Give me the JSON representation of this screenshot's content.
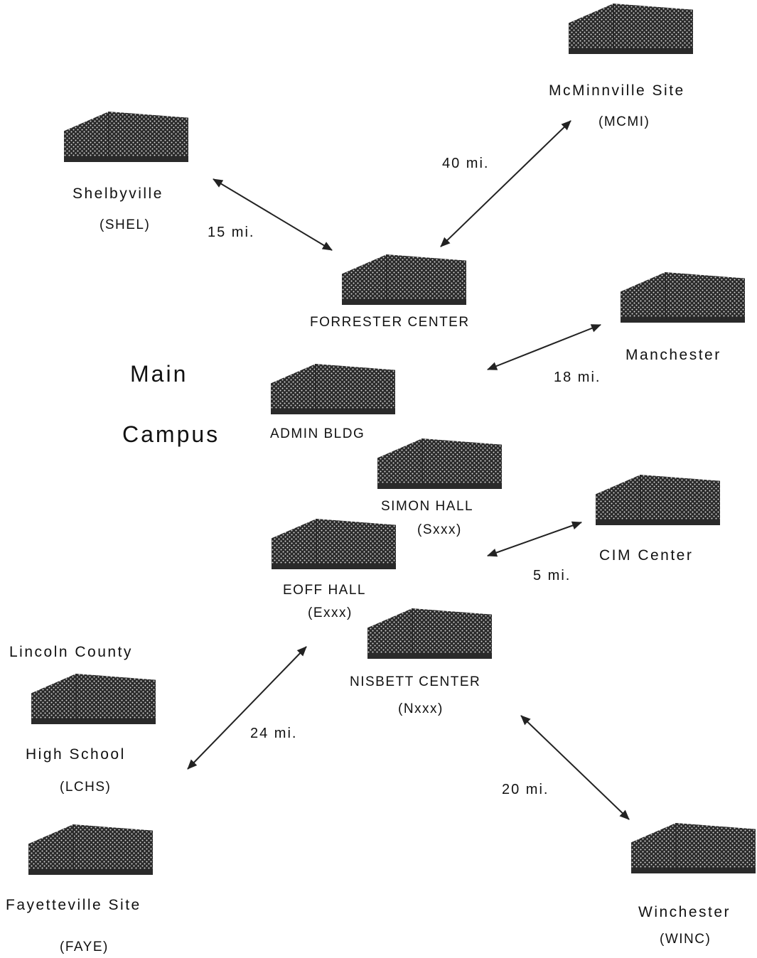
{
  "colors": {
    "building_dark": "#2a2a2a",
    "building_dot": "#d9d9d9",
    "line": "#222222"
  },
  "main_campus": {
    "line1": "Main",
    "line2": "Campus"
  },
  "buildings": {
    "mcminnville": {
      "name": "McMinnville Site",
      "code": "(MCMI)"
    },
    "shelbyville": {
      "name": "Shelbyville",
      "code": "(SHEL)"
    },
    "forrester": {
      "name": "FORRESTER CENTER"
    },
    "manchester": {
      "name": "Manchester"
    },
    "admin": {
      "name": "ADMIN BLDG"
    },
    "simon": {
      "name": "SIMON HALL",
      "code": "(Sxxx)"
    },
    "cim": {
      "name": "CIM Center"
    },
    "eoff": {
      "name": "EOFF HALL",
      "code": "(Exxx)"
    },
    "nisbett": {
      "name": "NISBETT CENTER",
      "code": "(Nxxx)"
    },
    "lincoln": {
      "name_top": "Lincoln County",
      "name_bottom": "High School",
      "code": "(LCHS)"
    },
    "fayetteville": {
      "name": "Fayetteville Site",
      "code": "(FAYE)"
    },
    "winchester": {
      "name": "Winchester",
      "code": "(WINC)"
    }
  },
  "distances": {
    "mcminnville": "40 mi.",
    "shelbyville": "15 mi.",
    "manchester": "18 mi.",
    "cim": "5 mi.",
    "lincoln": "24 mi.",
    "winchester": "20 mi."
  }
}
